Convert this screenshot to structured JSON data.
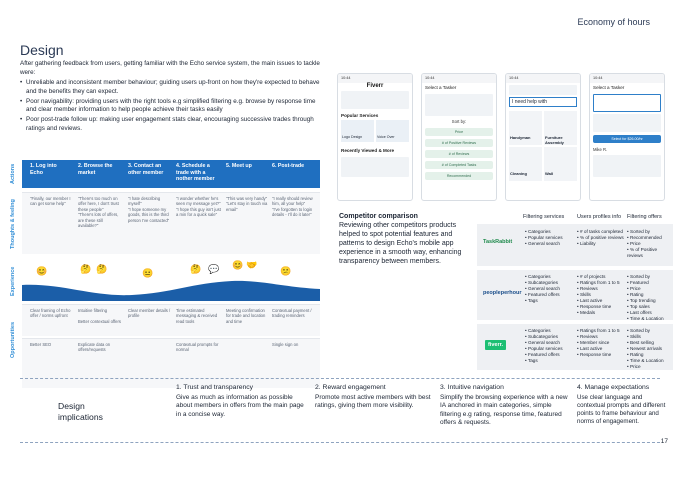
{
  "header": {
    "title": "Economy of hours"
  },
  "section": {
    "title": "Design"
  },
  "intro": {
    "lead": "After gathering feedback from users, getting familiar with the Echo service system, the main issues to tackle were:",
    "bullets": [
      "Unreliable and inconsistent member behaviour; guiding users up-front on how they're expected to behave and the benefits they can expect.",
      "Poor navigability: providing users with the right tools e.g simplified filtering e.g. browse by response time and clear member information to help people achieve their tasks easily",
      "Poor post-trade follow up: making user engagement stats clear, encouraging successive trades through ratings and reviews."
    ]
  },
  "journey": {
    "row_labels": [
      "Actions",
      "Thoughts & feeling",
      "Experience",
      "Opportunities"
    ],
    "stages": [
      "1. Log into Echo",
      "2. Browse the market",
      "3. Contact an other member",
      "4. Schedule a trade with a nother member",
      "5. Meet up",
      "6. Post-trade"
    ],
    "thoughts": [
      "\"Finally, our member I can get some help\"",
      "\"There's too much on offer here, I don't trust these people\"\n\"There's lots of offers, are these still available?\"",
      "\"I hate describing myself\"\n\"I hope someone my goods, this is the third person I've contacted\"",
      "\"I wonder whether he's seen my message yet?\"\n\"I hope this guy isn't just a min for a quick sale\"",
      "\"This was very handy\"\n\"Let's stay in touch via email\"",
      "\"I really should review him, all your help\"\n\"I've forgotten to login details - I'll do it later\""
    ],
    "experience": [
      "Clear framing of Echo offer / norms upfront",
      "Intuitive filtering\n\nBetter contextual offers",
      "Clear member details / profile",
      "Time estimated messaging & received read tools",
      "Meeting confirmation for trade and location and time",
      "Contextual payment / trading reminders"
    ],
    "opportunities": [
      "Better SEO",
      "Explicate data on offers/requests",
      "",
      "Contextual prompts for normal",
      "",
      "Single sign on"
    ]
  },
  "phones": [
    {
      "time": "10:44",
      "logo": "Fiverr",
      "section": "Popular Services",
      "cards": [
        "Logo Design",
        "Voice Over"
      ],
      "footer": "Recently Viewed & More"
    },
    {
      "time": "10:44",
      "title": "Select a Tasker",
      "chips": [
        "Sort by:",
        "Price",
        "# of Positive Reviews",
        "# of Reviews",
        "# of Completed Tasks",
        "Recommended"
      ]
    },
    {
      "time": "10:44",
      "title": "I need help with",
      "tiles": [
        "Handyman",
        "Furniture Assembly",
        "Cleaning",
        "Wall"
      ]
    },
    {
      "time": "10:44",
      "title": "Select a Tasker",
      "button": "Select for $26.00/hr",
      "member": "Mike R."
    }
  ],
  "comparison": {
    "title": "Competitor comparison",
    "description": "Reviewing other competitors products helped to spot potential features and patterns to design Echo's mobile app experience in a smooth way, enhancing transparency between members.",
    "headers": [
      "Filtering services",
      "Users profiles info",
      "Filtering offers"
    ],
    "rows": [
      {
        "logo": "TaskRabbit",
        "filtering": [
          "Categories",
          "Popular services",
          "General search"
        ],
        "profile": [
          "# of tasks completed",
          "% of positive reviews",
          "Liability"
        ],
        "offers": [
          "Sorted by",
          "Recommended",
          "Price",
          "% of Positive reviews"
        ]
      },
      {
        "logo": "peopleperhour",
        "filtering": [
          "Categories",
          "Subcategories",
          "General search",
          "Featured offers",
          "Tags"
        ],
        "profile": [
          "# of projects",
          "Ratings from 1 to 5",
          "Reviews",
          "Skills",
          "Last active",
          "Response time",
          "Medals"
        ],
        "offers": [
          "Sorted by",
          "Featured",
          "Price",
          "Rating",
          "Top trending",
          "Top sales",
          "Last offers",
          "Time & Location"
        ]
      },
      {
        "logo": "fiverr.",
        "filtering": [
          "Categories",
          "Subcategories",
          "General search",
          "Popular services",
          "Featured offers",
          "Tags"
        ],
        "profile": [
          "Ratings from 1 to 5",
          "Reviews",
          "Member since",
          "Last active",
          "Response time"
        ],
        "offers": [
          "Sorted by",
          "Skills",
          "Best selling",
          "Newest arrivals",
          "Rating",
          "Time & Location",
          "Price"
        ]
      }
    ]
  },
  "implications": {
    "title": "Design implications",
    "items": [
      {
        "title": "1. Trust and transparency",
        "body": "Give as much as information as possible about members in offers from the main page in a concise way."
      },
      {
        "title": "2. Reward engagement",
        "body": "Promote most active members with best ratings, giving them more visibility."
      },
      {
        "title": "3. Intuitive navigation",
        "body": "Simplify the browsing experience with a new IA anchored in main categories, simple filtering e.g rating, response time, featured offers & requests."
      },
      {
        "title": "4. Manage expectations",
        "body": "Use clear language and contextual prompts and different points to frame behaviour and norms of engagement."
      }
    ]
  },
  "page_number": "17",
  "colors": {
    "accent": "#1f6fc0",
    "label": "#2f8dd6",
    "wave": "#1b5ea8"
  }
}
